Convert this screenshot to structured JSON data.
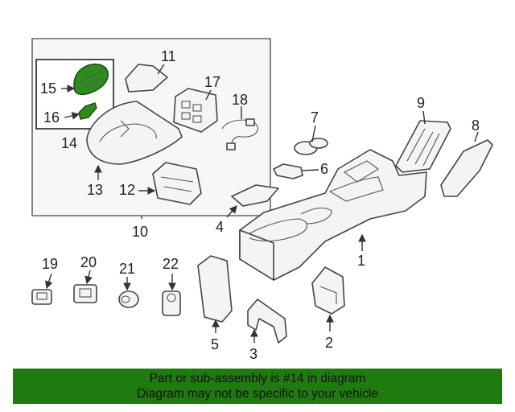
{
  "diagram": {
    "callouts": {
      "c1": "1",
      "c2": "2",
      "c3": "3",
      "c4": "4",
      "c5": "5",
      "c6": "6",
      "c7": "7",
      "c8": "8",
      "c9": "9",
      "c10": "10",
      "c11": "11",
      "c12": "12",
      "c13": "13",
      "c14": "14",
      "c15": "15",
      "c16": "16",
      "c17": "17",
      "c18": "18",
      "c19": "19",
      "c20": "20",
      "c21": "21",
      "c22": "22"
    },
    "highlighted_part": "14",
    "highlight_color": "#2e8b1e"
  },
  "banner": {
    "line1": "Part or sub-assembly is #14 in diagram",
    "line2": "Diagram may not be specific to your vehicle",
    "background": "#1f7a10"
  }
}
